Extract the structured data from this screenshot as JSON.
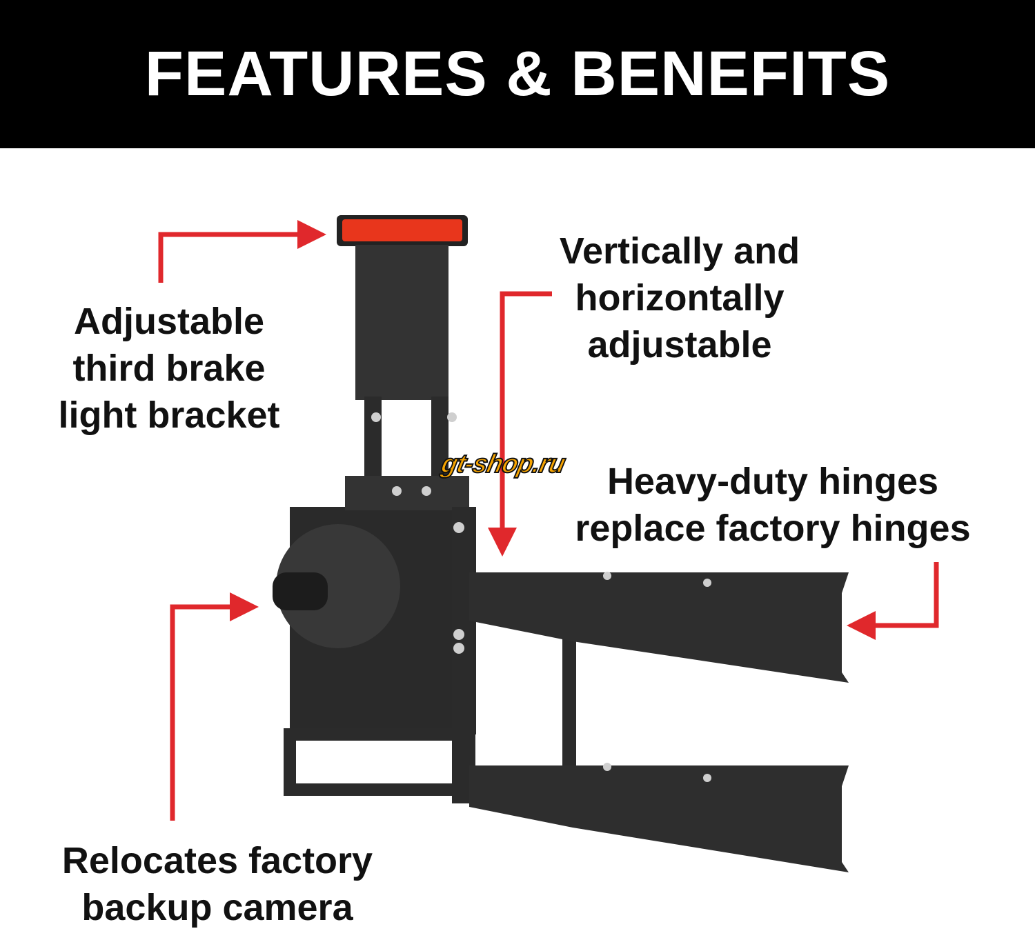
{
  "header": {
    "title": "FEATURES & BENEFITS"
  },
  "callouts": {
    "brake_light": [
      "Adjustable",
      "third brake",
      "light bracket"
    ],
    "adjustable": [
      "Vertically and",
      "horizontally",
      "adjustable"
    ],
    "hinges": [
      "Heavy-duty hinges",
      "replace factory hinges"
    ],
    "camera": [
      "Relocates factory",
      "backup camera"
    ]
  },
  "watermark": "gt-shop.ru",
  "colors": {
    "header_bg": "#000000",
    "arrow": "#e0282c",
    "product": "#2b2b2b"
  }
}
